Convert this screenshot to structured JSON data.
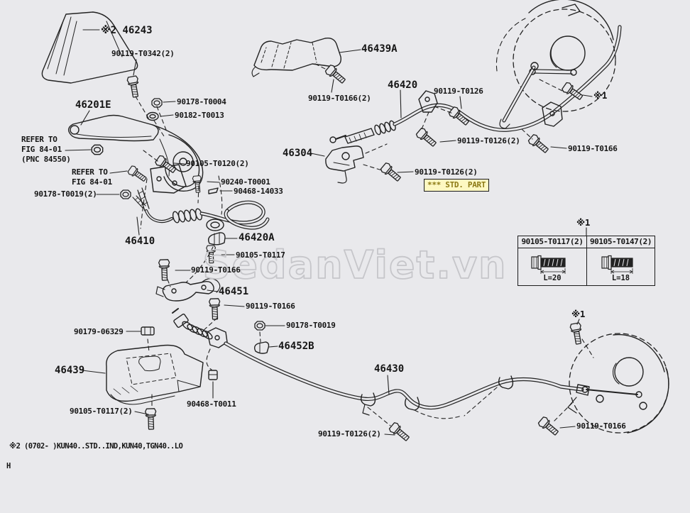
{
  "watermark": "SedanViet.vn",
  "badge": {
    "std_part": "*** STD. PART"
  },
  "footnote": {
    "line1": "※2 (0702-      )KUN40..STD..IND,KUN40,TGN40..LO",
    "line2": "H"
  },
  "ref_table": {
    "marker": "※1",
    "columns": [
      {
        "part_number": "90105-T0117(2)",
        "length": "L=20"
      },
      {
        "part_number": "90105-T0147(2)",
        "length": "L=18"
      }
    ]
  },
  "callouts": [
    {
      "text": "※2 46243"
    },
    {
      "text": "90119-T0342(2)"
    },
    {
      "text": "46201E"
    },
    {
      "text": "90178-T0004"
    },
    {
      "text": "90182-T0013"
    },
    {
      "text": "REFER TO\nFIG 84-01\n(PNC 84550)"
    },
    {
      "text": "90105-T0120(2)"
    },
    {
      "text": "REFER TO\nFIG 84-01"
    },
    {
      "text": "90240-T0001"
    },
    {
      "text": "90468-14033"
    },
    {
      "text": "90178-T0019(2)"
    },
    {
      "text": "46410"
    },
    {
      "text": "46420A"
    },
    {
      "text": "90105-T0117"
    },
    {
      "text": "90119-T0166"
    },
    {
      "text": "46451"
    },
    {
      "text": "90119-T0166"
    },
    {
      "text": "90179-06329"
    },
    {
      "text": "90178-T0019"
    },
    {
      "text": "46452B"
    },
    {
      "text": "46439"
    },
    {
      "text": "90105-T0117(2)"
    },
    {
      "text": "90468-T0011"
    },
    {
      "text": "46430"
    },
    {
      "text": "90119-T0126(2)"
    },
    {
      "text": "46439A"
    },
    {
      "text": "90119-T0166(2)"
    },
    {
      "text": "46420"
    },
    {
      "text": "90119-T0126"
    },
    {
      "text": "90119-T0126(2)"
    },
    {
      "text": "90119-T0166"
    },
    {
      "text": "46304"
    },
    {
      "text": "90119-T0126(2)"
    },
    {
      "text": "※1"
    },
    {
      "text": "※1"
    },
    {
      "text": "※1"
    },
    {
      "text": "90119-T0166"
    }
  ]
}
